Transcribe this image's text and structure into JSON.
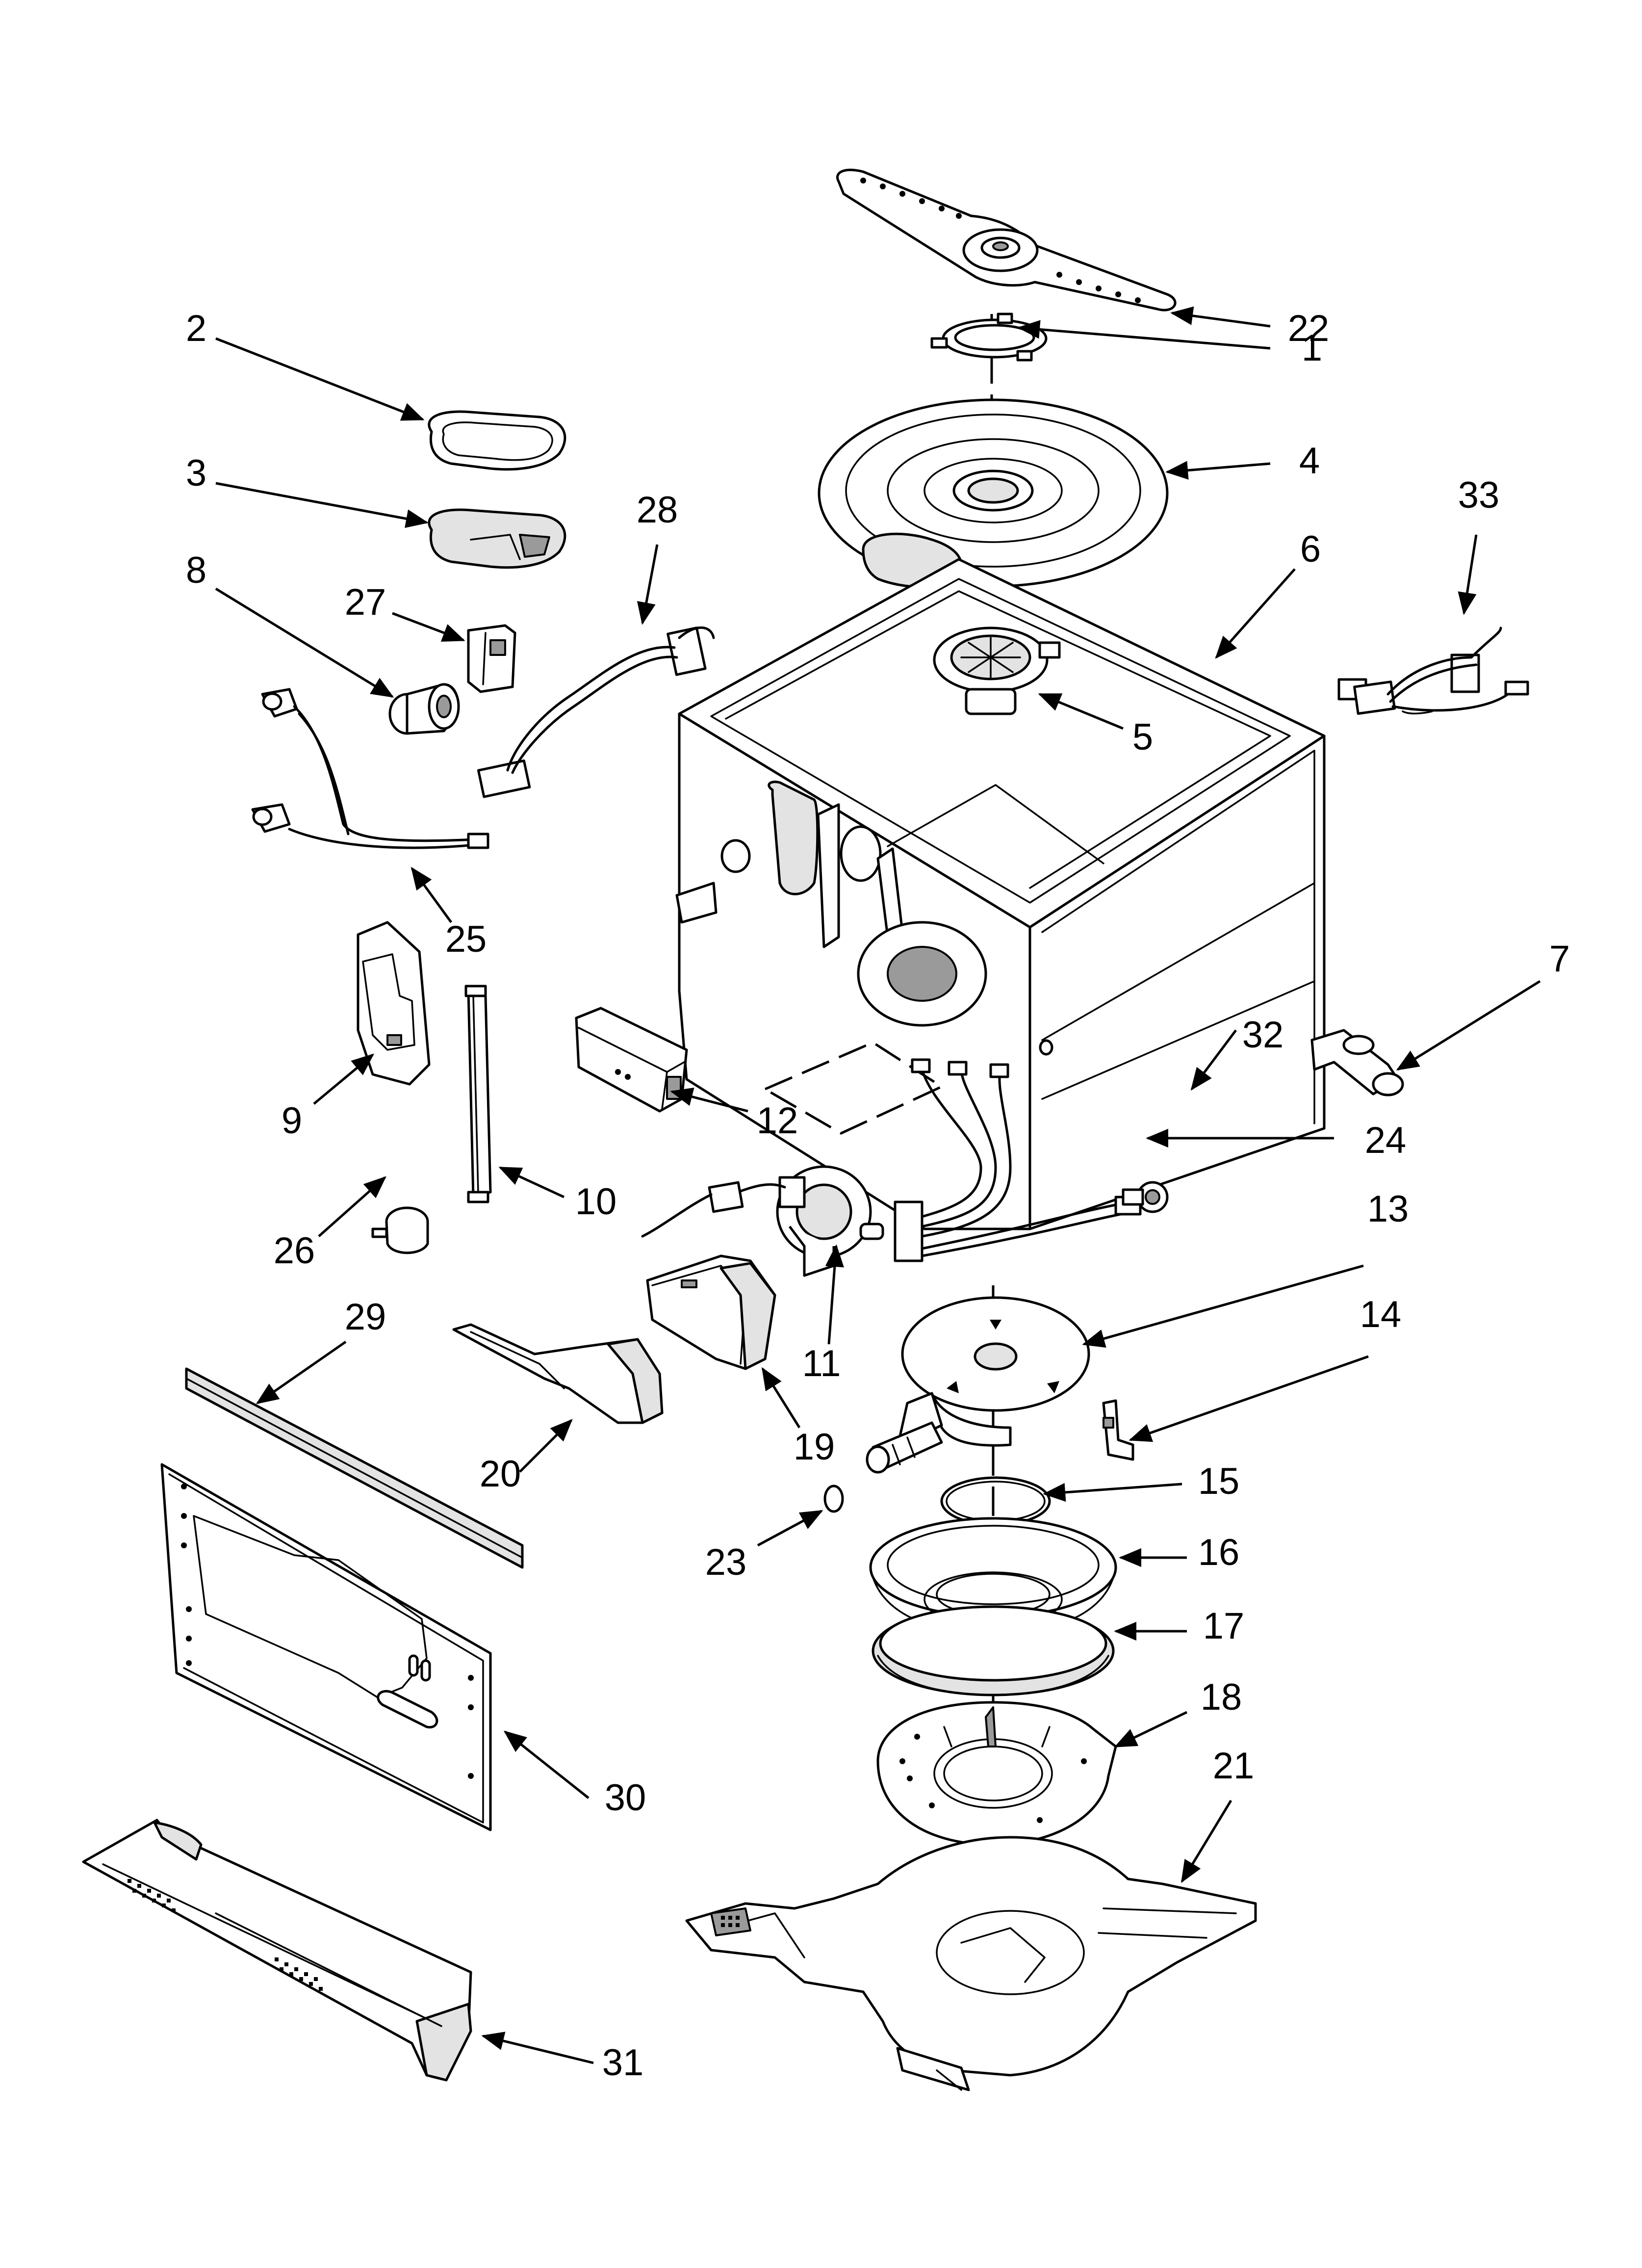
{
  "diagram": {
    "background": "#ffffff",
    "ink": "#000000",
    "callouts": [
      {
        "id": "c1",
        "label": "1"
      },
      {
        "id": "c2",
        "label": "2"
      },
      {
        "id": "c3",
        "label": "3"
      },
      {
        "id": "c4",
        "label": "4"
      },
      {
        "id": "c5",
        "label": "5"
      },
      {
        "id": "c6",
        "label": "6"
      },
      {
        "id": "c7",
        "label": "7"
      },
      {
        "id": "c8",
        "label": "8"
      },
      {
        "id": "c9",
        "label": "9"
      },
      {
        "id": "c10",
        "label": "10"
      },
      {
        "id": "c11",
        "label": "11"
      },
      {
        "id": "c12",
        "label": "12"
      },
      {
        "id": "c13",
        "label": "13"
      },
      {
        "id": "c14",
        "label": "14"
      },
      {
        "id": "c15",
        "label": "15"
      },
      {
        "id": "c16",
        "label": "16"
      },
      {
        "id": "c17",
        "label": "17"
      },
      {
        "id": "c18",
        "label": "18"
      },
      {
        "id": "c19",
        "label": "19"
      },
      {
        "id": "c20",
        "label": "20"
      },
      {
        "id": "c21",
        "label": "21"
      },
      {
        "id": "c22",
        "label": "22"
      },
      {
        "id": "c23",
        "label": "23"
      },
      {
        "id": "c24",
        "label": "24"
      },
      {
        "id": "c25",
        "label": "25"
      },
      {
        "id": "c26",
        "label": "26"
      },
      {
        "id": "c27",
        "label": "27"
      },
      {
        "id": "c28",
        "label": "28"
      },
      {
        "id": "c29",
        "label": "29"
      },
      {
        "id": "c30",
        "label": "30"
      },
      {
        "id": "c31",
        "label": "31"
      },
      {
        "id": "c32",
        "label": "32"
      },
      {
        "id": "c33",
        "label": "33"
      }
    ]
  }
}
